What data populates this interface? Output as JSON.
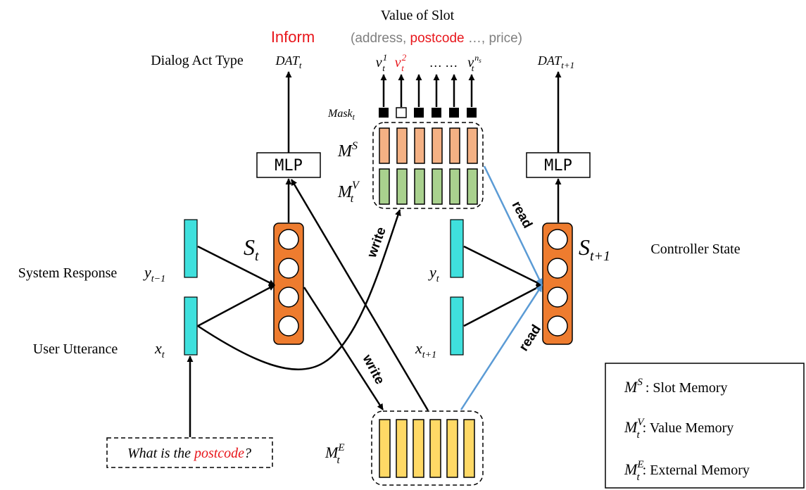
{
  "labels": {
    "dialog_act_type": "Dialog Act Type",
    "value_of_slot": "Value of Slot",
    "inform": "Inform",
    "slot_list_open": "(address, ",
    "slot_list_highlight": "postcode",
    "slot_list_close": " …, price)",
    "system_response": "System Response",
    "user_utterance": "User Utterance",
    "controller_state": "Controller State",
    "mlp": "MLP",
    "write": "write",
    "read": "read",
    "dots": "… …",
    "query_prefix": "What is the ",
    "query_highlight": "postcode",
    "query_suffix": "?"
  },
  "symbols": {
    "dat": "DAT",
    "t": "t",
    "t_plus_1": "t+1",
    "t_minus_1": "t−1",
    "mask": "Mask",
    "m": "M",
    "S": "S",
    "V": "V",
    "E": "E",
    "s": "S",
    "x": "x",
    "y": "y",
    "v": "v",
    "one": "1",
    "two": "2",
    "ns": "n",
    "ns_sub": "s"
  },
  "legend": [
    {
      "sup": "S",
      "sub": "",
      "text": ": Slot Memory"
    },
    {
      "sup": "V",
      "sub": "t",
      "text": ": Value Memory"
    },
    {
      "sup": "E",
      "sub": "t",
      "text": ": External Memory"
    }
  ],
  "colors": {
    "highlight": "#e8161b",
    "cyan": "#3fe0dd",
    "orange": "#ee7c2f",
    "slot": "#f4b184",
    "value": "#a9d18e",
    "external": "#ffd966",
    "read_arrow": "#5b9bd5",
    "gray": "#7f7f7f"
  }
}
